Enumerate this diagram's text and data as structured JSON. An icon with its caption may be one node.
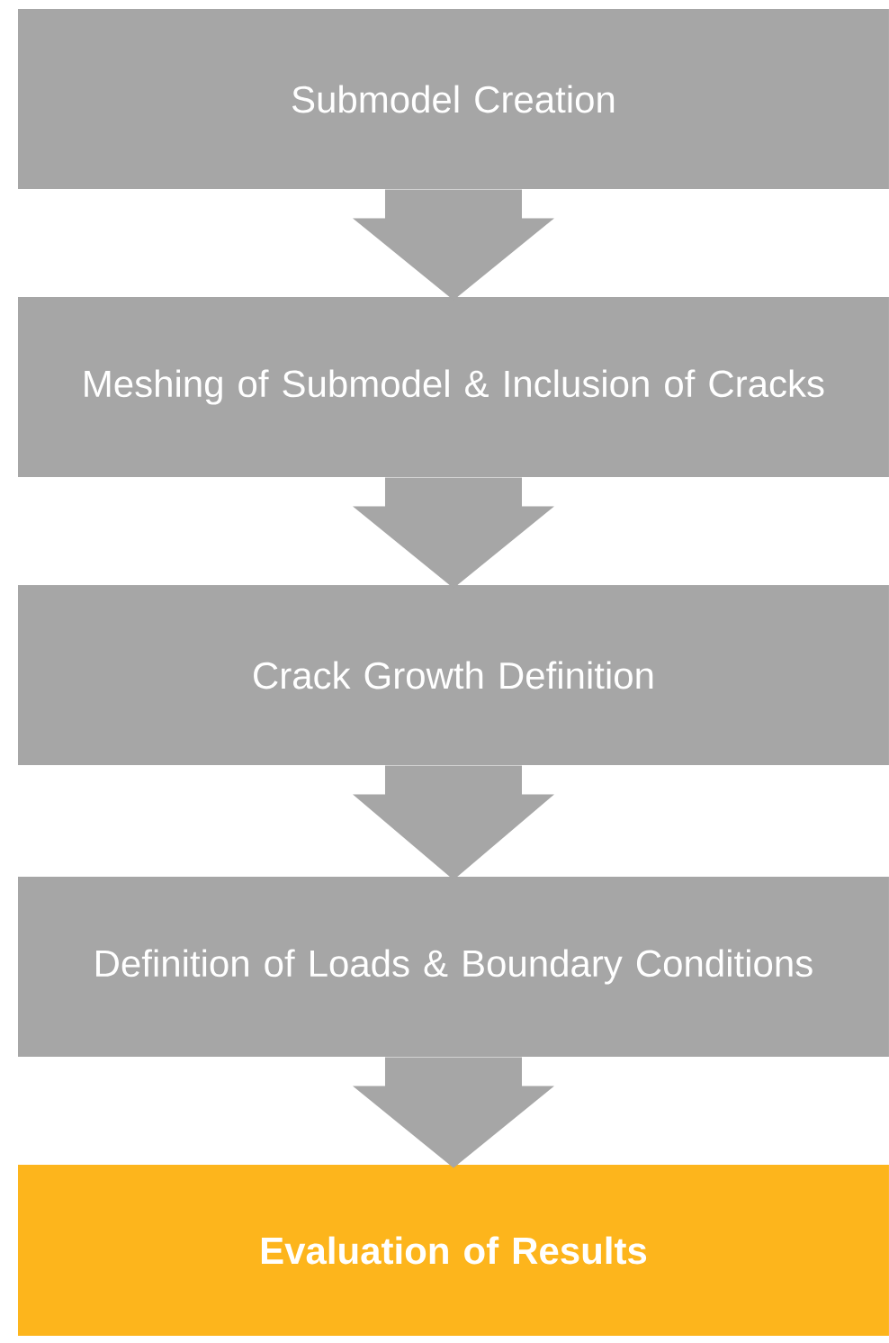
{
  "diagram": {
    "nodes": [
      {
        "text": [
          "Submodel Creation"
        ]
      },
      {
        "text": [
          "Meshing of Submodel & Inclusion of Cracks"
        ]
      },
      {
        "text": [
          "Crack Growth Definition"
        ]
      },
      {
        "text": [
          "Definition of Loads & Boundary Conditions"
        ]
      },
      {
        "text": [
          "Evaluation of Results"
        ]
      }
    ],
    "edges": [
      {
        "from": 0,
        "to": 1,
        "arrow": "to"
      },
      {
        "from": 1,
        "to": 2,
        "arrow": "to"
      },
      {
        "from": 2,
        "to": 3,
        "arrow": "to"
      },
      {
        "from": 3,
        "to": 4,
        "arrow": "to"
      }
    ]
  }
}
